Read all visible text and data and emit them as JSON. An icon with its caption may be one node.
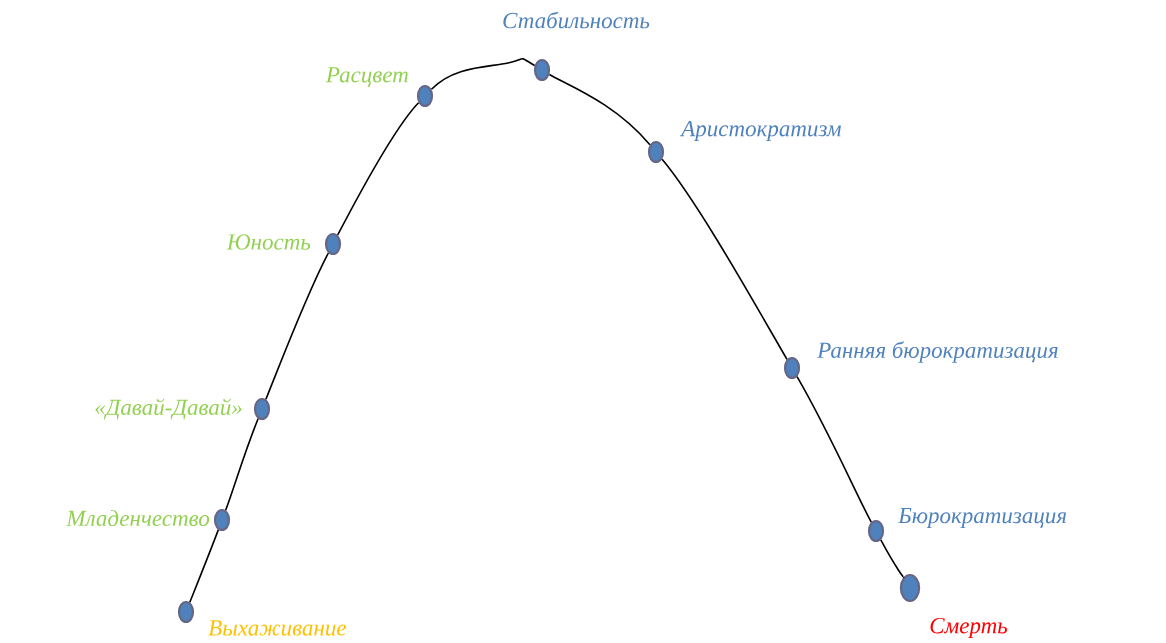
{
  "diagram": {
    "nodes": [
      {
        "text": [],
        "shape": "circle",
        "beside": [
          "Выхаживание"
        ]
      },
      {
        "text": [],
        "shape": "circle",
        "beside": [
          "Младенчество"
        ]
      },
      {
        "text": [],
        "shape": "circle",
        "beside": [
          "«Давай-Давай»"
        ]
      },
      {
        "text": [],
        "shape": "circle",
        "beside": [
          "Юность"
        ]
      },
      {
        "text": [],
        "shape": "circle",
        "beside": [
          "Расцвет"
        ]
      },
      {
        "text": [],
        "shape": "circle",
        "beside": [
          "Стабильность"
        ]
      },
      {
        "text": [],
        "shape": "circle",
        "beside": [
          "Аристократизм"
        ]
      },
      {
        "text": [],
        "shape": "circle",
        "beside": [
          "Ранняя бюрократизация"
        ]
      },
      {
        "text": [],
        "shape": "circle",
        "beside": [
          "Бюрократизация"
        ]
      },
      {
        "text": [],
        "shape": "circle",
        "beside": [
          "Смерть"
        ]
      }
    ],
    "edges": [
      {
        "from": 0,
        "to": 1,
        "arrow": "none"
      },
      {
        "from": 1,
        "to": 2,
        "arrow": "none"
      },
      {
        "from": 2,
        "to": 3,
        "arrow": "none"
      },
      {
        "from": 3,
        "to": 4,
        "arrow": "none"
      },
      {
        "from": 4,
        "to": 5,
        "arrow": "none"
      },
      {
        "from": 5,
        "to": 6,
        "arrow": "none"
      },
      {
        "from": 6,
        "to": 7,
        "arrow": "none"
      },
      {
        "from": 7,
        "to": 8,
        "arrow": "none"
      },
      {
        "from": 8,
        "to": 9,
        "arrow": "none"
      }
    ]
  }
}
